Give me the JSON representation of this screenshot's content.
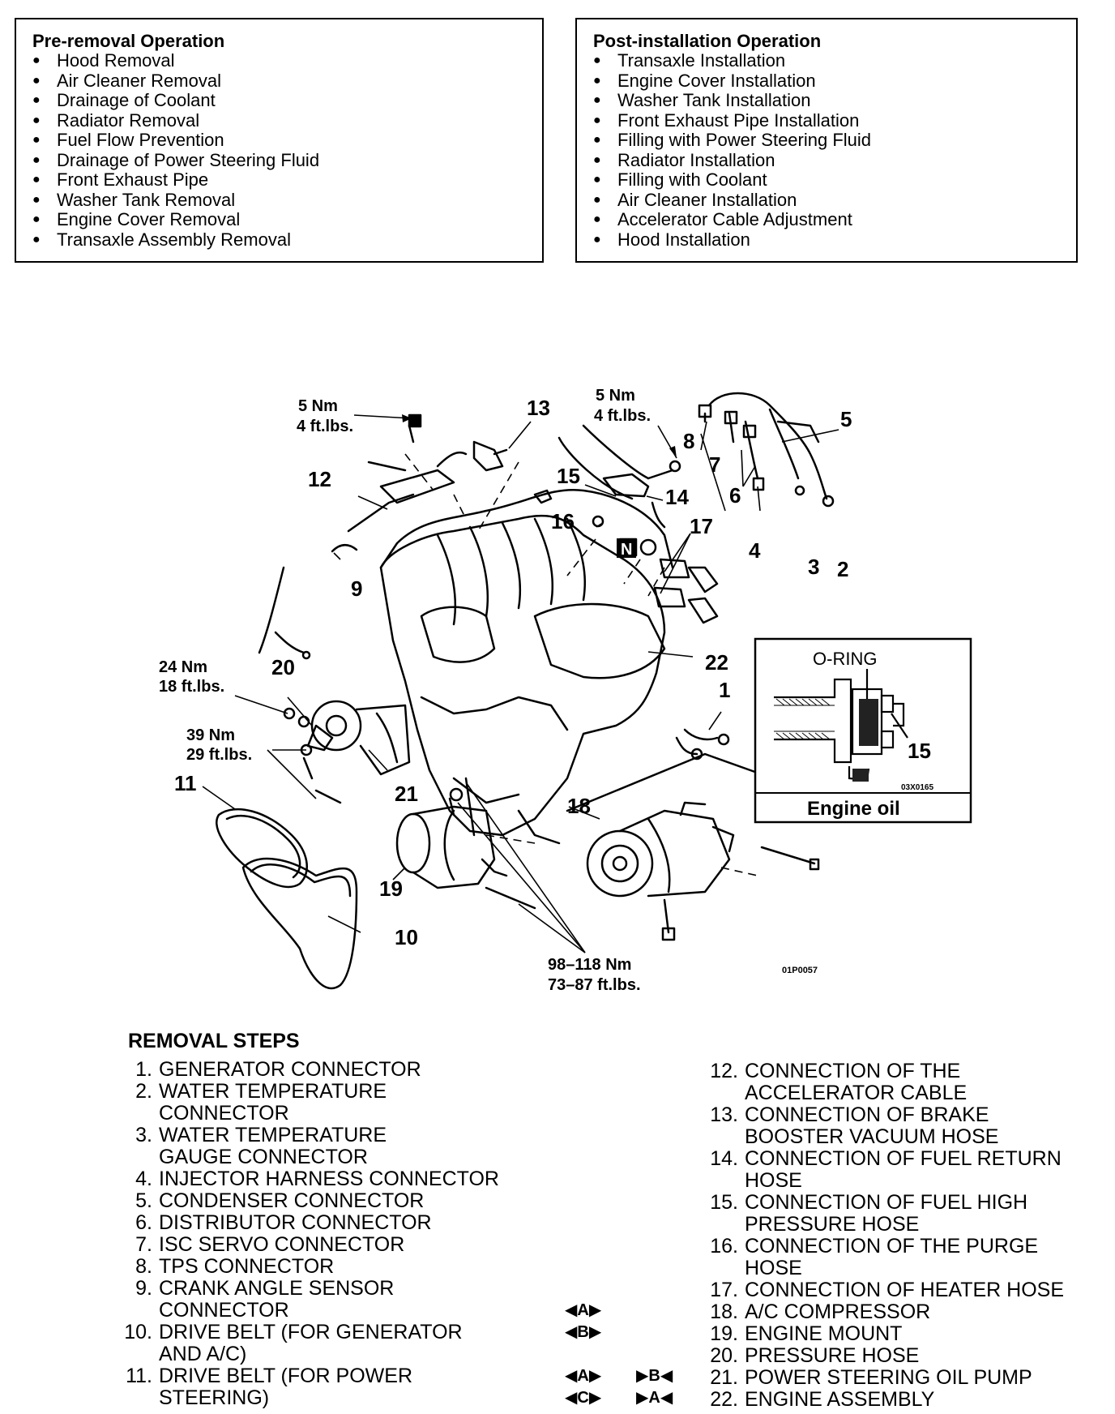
{
  "pre_removal": {
    "title": "Pre-removal Operation",
    "items": [
      "Hood Removal",
      "Air Cleaner Removal",
      "Drainage of Coolant",
      "Radiator Removal",
      "Fuel Flow Prevention",
      "Drainage of Power Steering Fluid",
      "Front Exhaust Pipe",
      "Washer Tank Removal",
      "Engine Cover Removal",
      "Transaxle Assembly Removal"
    ]
  },
  "post_installation": {
    "title": "Post-installation Operation",
    "items": [
      "Transaxle Installation",
      "Engine Cover Installation",
      "Washer Tank Installation",
      "Front Exhaust Pipe Installation",
      "Filling with Power Steering Fluid",
      "Radiator Installation",
      "Filling with Coolant",
      "Air Cleaner Installation",
      "Accelerator Cable Adjustment",
      "Hood Installation"
    ]
  },
  "diagram": {
    "torque_labels": {
      "t1_nm": "5 Nm",
      "t1_ft": "4 ft.lbs.",
      "t2_nm": "5 Nm",
      "t2_ft": "4 ft.lbs.",
      "t3_nm": "24 Nm",
      "t3_ft": "18 ft.lbs.",
      "t4_nm": "39 Nm",
      "t4_ft": "29 ft.lbs.",
      "t5_nm": "98–118 Nm",
      "t5_ft": "73–87 ft.lbs."
    },
    "part_numbers": [
      "1",
      "2",
      "3",
      "4",
      "5",
      "6",
      "7",
      "8",
      "9",
      "10",
      "11",
      "12",
      "13",
      "14",
      "15",
      "16",
      "17",
      "18",
      "19",
      "20",
      "21",
      "22"
    ],
    "n_marker": "N",
    "figure_code": "01P0057",
    "inset": {
      "oring_label": "O-RING",
      "part_label": "15",
      "code": "03X0165",
      "caption": "Engine oil"
    }
  },
  "removal_steps": {
    "title": "REMOVAL STEPS",
    "left": [
      {
        "num": "1.",
        "text": "GENERATOR CONNECTOR",
        "cont": ""
      },
      {
        "num": "2.",
        "text": "WATER TEMPERATURE",
        "cont": "CONNECTOR"
      },
      {
        "num": "3.",
        "text": "WATER TEMPERATURE",
        "cont": "GAUGE CONNECTOR"
      },
      {
        "num": "4.",
        "text": "INJECTOR HARNESS CONNECTOR",
        "cont": ""
      },
      {
        "num": "5.",
        "text": "CONDENSER CONNECTOR",
        "cont": ""
      },
      {
        "num": "6.",
        "text": "DISTRIBUTOR CONNECTOR",
        "cont": ""
      },
      {
        "num": "7.",
        "text": "ISC SERVO CONNECTOR",
        "cont": ""
      },
      {
        "num": "8.",
        "text": "TPS CONNECTOR",
        "cont": ""
      },
      {
        "num": "9.",
        "text": "CRANK ANGLE SENSOR",
        "cont": "CONNECTOR"
      },
      {
        "num": "10.",
        "text": "DRIVE BELT (FOR GENERATOR",
        "cont": "AND A/C)"
      },
      {
        "num": "11.",
        "text": "DRIVE BELT (FOR POWER",
        "cont": "STEERING)"
      }
    ],
    "right": [
      {
        "num": "12.",
        "text": "CONNECTION OF THE",
        "cont": "ACCELERATOR CABLE"
      },
      {
        "num": "13.",
        "text": "CONNECTION OF BRAKE",
        "cont": "BOOSTER VACUUM HOSE"
      },
      {
        "num": "14.",
        "text": "CONNECTION OF FUEL RETURN",
        "cont": "HOSE"
      },
      {
        "num": "15.",
        "text": "CONNECTION OF FUEL HIGH",
        "cont": "PRESSURE HOSE"
      },
      {
        "num": "16.",
        "text": "CONNECTION OF THE PURGE",
        "cont": "HOSE"
      },
      {
        "num": "17.",
        "text": "CONNECTION OF HEATER HOSE",
        "cont": ""
      },
      {
        "num": "18.",
        "text": "A/C COMPRESSOR",
        "cont": ""
      },
      {
        "num": "19.",
        "text": "ENGINE MOUNT",
        "cont": ""
      },
      {
        "num": "20.",
        "text": "PRESSURE HOSE",
        "cont": ""
      },
      {
        "num": "21.",
        "text": "POWER STEERING OIL PUMP",
        "cont": ""
      },
      {
        "num": "22.",
        "text": "ENGINE ASSEMBLY",
        "cont": ""
      }
    ],
    "markers": {
      "m18": "◀A▶",
      "m19": "◀B▶",
      "m21a": "◀A▶",
      "m21b": "▶B◀",
      "m22a": "◀C▶",
      "m22b": "▶A◀"
    }
  }
}
